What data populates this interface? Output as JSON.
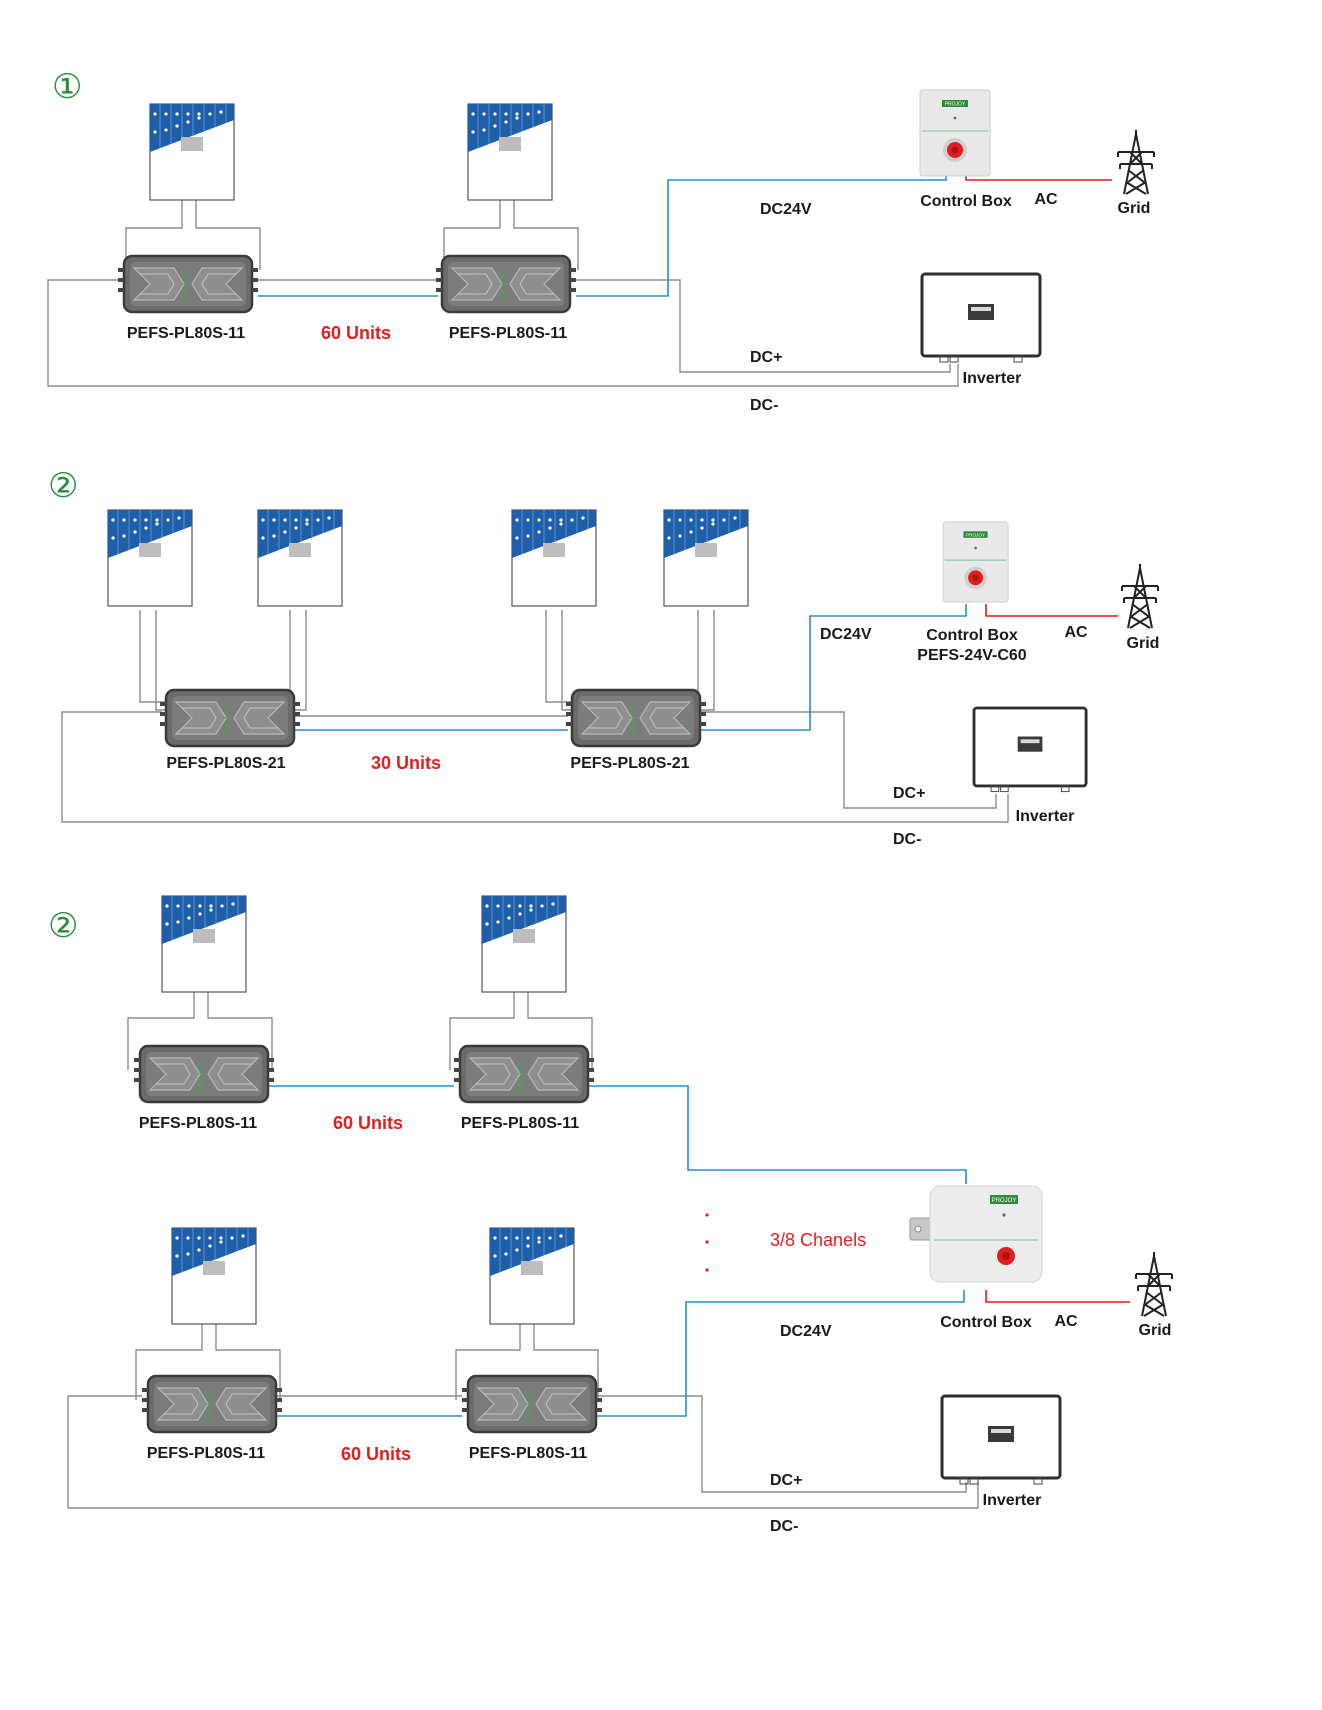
{
  "sections": [
    {
      "number": "①",
      "optimizer_left": "PEFS-PL80S-11",
      "optimizer_right": "PEFS-PL80S-11",
      "units": "60 Units",
      "dc24v": "DC24V",
      "control_box": "Control Box",
      "ac": "AC",
      "grid": "Grid",
      "dc_plus": "DC+",
      "dc_minus": "DC-",
      "inverter": "Inverter"
    },
    {
      "number": "②",
      "optimizer_left": "PEFS-PL80S-21",
      "optimizer_right": "PEFS-PL80S-21",
      "units": "30 Units",
      "dc24v": "DC24V",
      "control_box": "Control Box",
      "control_box_model": "PEFS-24V-C60",
      "ac": "AC",
      "grid": "Grid",
      "dc_plus": "DC+",
      "dc_minus": "DC-",
      "inverter": "Inverter"
    },
    {
      "number": "②",
      "upper_optimizer_left": "PEFS-PL80S-11",
      "upper_optimizer_right": "PEFS-PL80S-11",
      "upper_units": "60 Units",
      "lower_optimizer_left": "PEFS-PL80S-11",
      "lower_optimizer_right": "PEFS-PL80S-11",
      "lower_units": "60 Units",
      "channels": "3/8 Chanels",
      "dc24v": "DC24V",
      "control_box": "Control Box",
      "ac": "AC",
      "grid": "Grid",
      "dc_plus": "DC+",
      "dc_minus": "DC-",
      "inverter": "Inverter"
    }
  ],
  "brand_logo_text": "PROJOY",
  "colors": {
    "panel_blue": "#1f5ea8",
    "optimizer_gray": "#6b6b6b",
    "dc24v_wire": "#2a8ec4",
    "ac_wire": "#d81e1e",
    "dc_wire": "#8c8c8c",
    "units_text": "#e41e1e",
    "section_number": "#2b8a3e"
  },
  "icons": [
    "solar-panel-icon",
    "optimizer-icon",
    "control-box-icon",
    "inverter-icon",
    "grid-tower-icon"
  ]
}
